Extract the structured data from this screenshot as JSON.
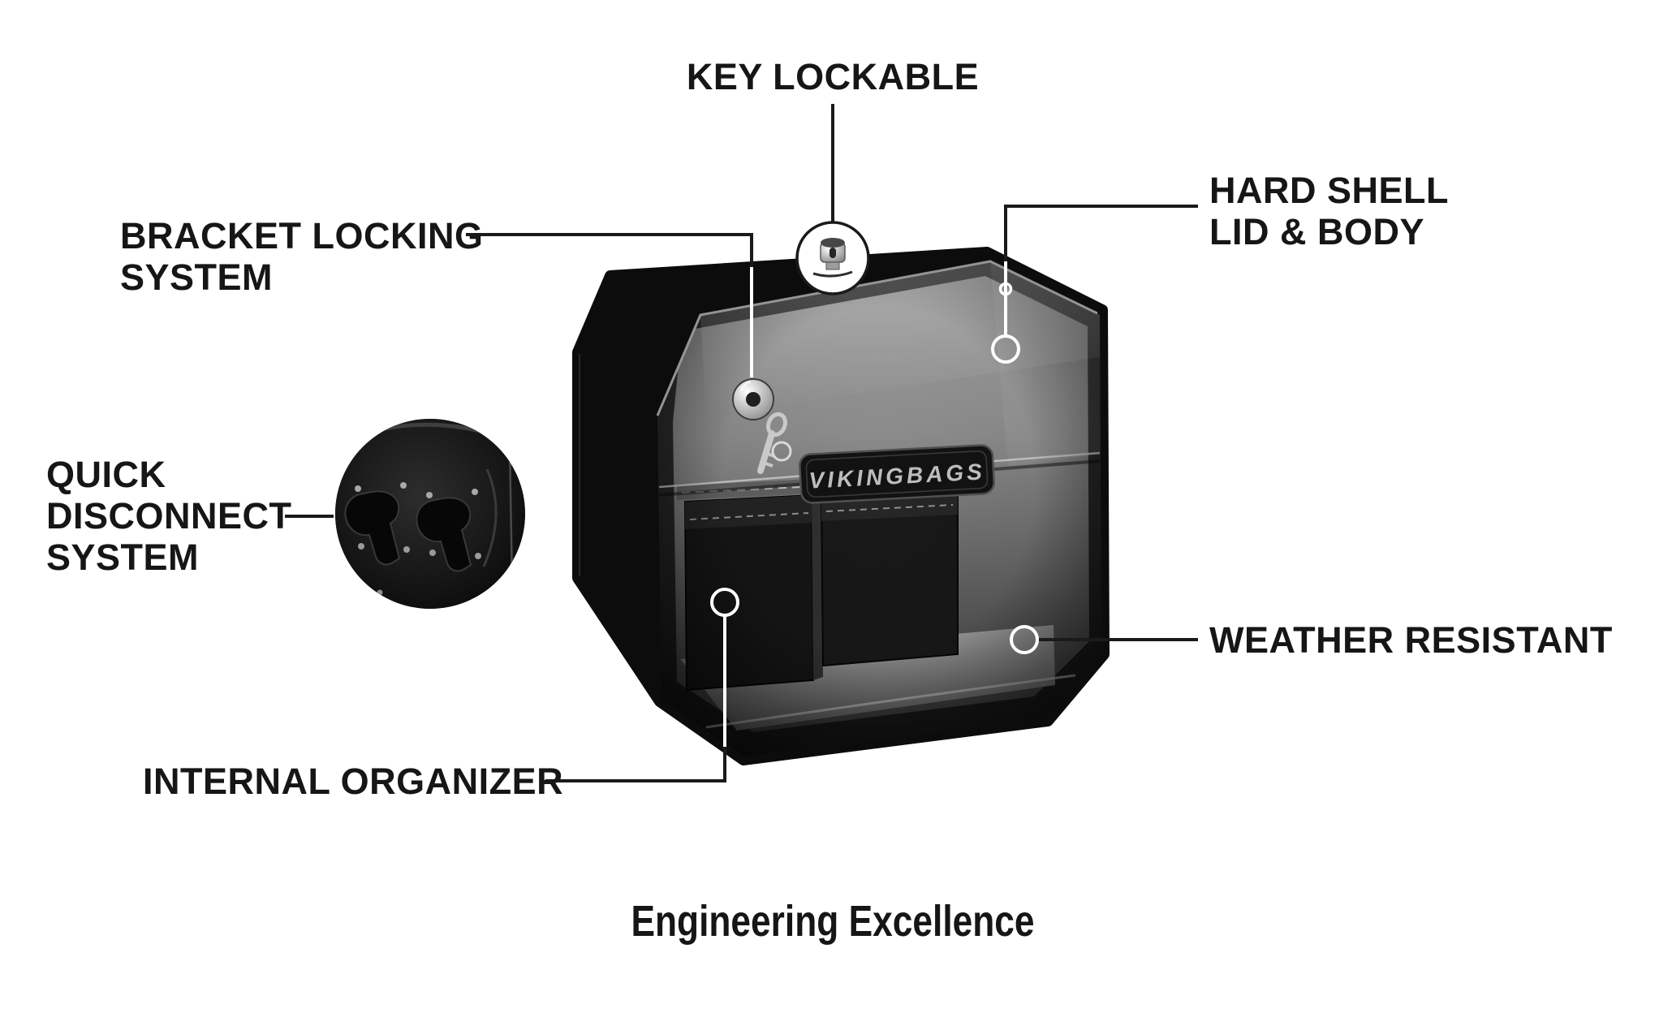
{
  "callouts": {
    "key_lockable": {
      "lines": [
        "KEY LOCKABLE"
      ]
    },
    "bracket_locking": {
      "lines": [
        "BRACKET LOCKING",
        "SYSTEM"
      ]
    },
    "hard_shell": {
      "lines": [
        "HARD SHELL",
        "LID & BODY"
      ]
    },
    "quick_disconnect": {
      "lines": [
        "QUICK",
        "DISCONNECT",
        "SYSTEM"
      ]
    },
    "weather_resistant": {
      "lines": [
        "WEATHER RESISTANT"
      ]
    },
    "internal_organizer": {
      "lines": [
        "INTERNAL ORGANIZER"
      ]
    }
  },
  "product": {
    "brand_badge": "VIKINGBAGS"
  },
  "footer": {
    "tagline": "Engineering Excellence"
  },
  "colors": {
    "background": "#ffffff",
    "label_text": "#161616",
    "callout_line_dark": "#1a1a1a",
    "callout_marker_on_bag": "#ffffff",
    "bag_shell": "#0c0c0c",
    "bag_interior_light": "#a6a6a6",
    "badge_text": "#bdbdbd"
  }
}
